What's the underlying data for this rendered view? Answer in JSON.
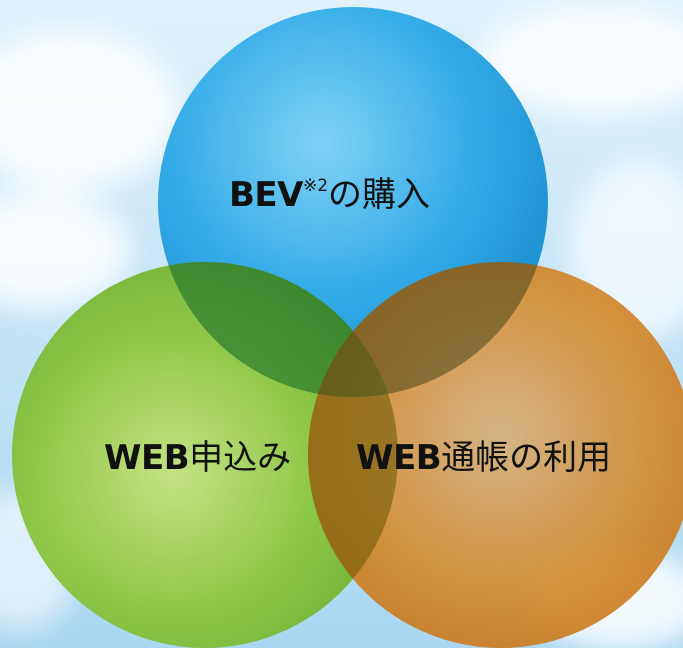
{
  "diagram": {
    "circles": [
      {
        "id": "bev-purchase",
        "color": "#2aa8e6",
        "label_em": "BEV",
        "label_note": "※2",
        "label_rest": "の購入"
      },
      {
        "id": "web-application",
        "color": "#72b828",
        "label_em": "WEB",
        "label_note": "",
        "label_rest": "申込み"
      },
      {
        "id": "web-passbook",
        "color": "#e0841c",
        "label_em": "WEB",
        "label_note": "",
        "label_rest": "通帳の利用"
      }
    ],
    "colors": {
      "sky_top": "#d9eefa",
      "sky_bottom": "#9dd0ef",
      "cloud": "#ffffff"
    }
  }
}
